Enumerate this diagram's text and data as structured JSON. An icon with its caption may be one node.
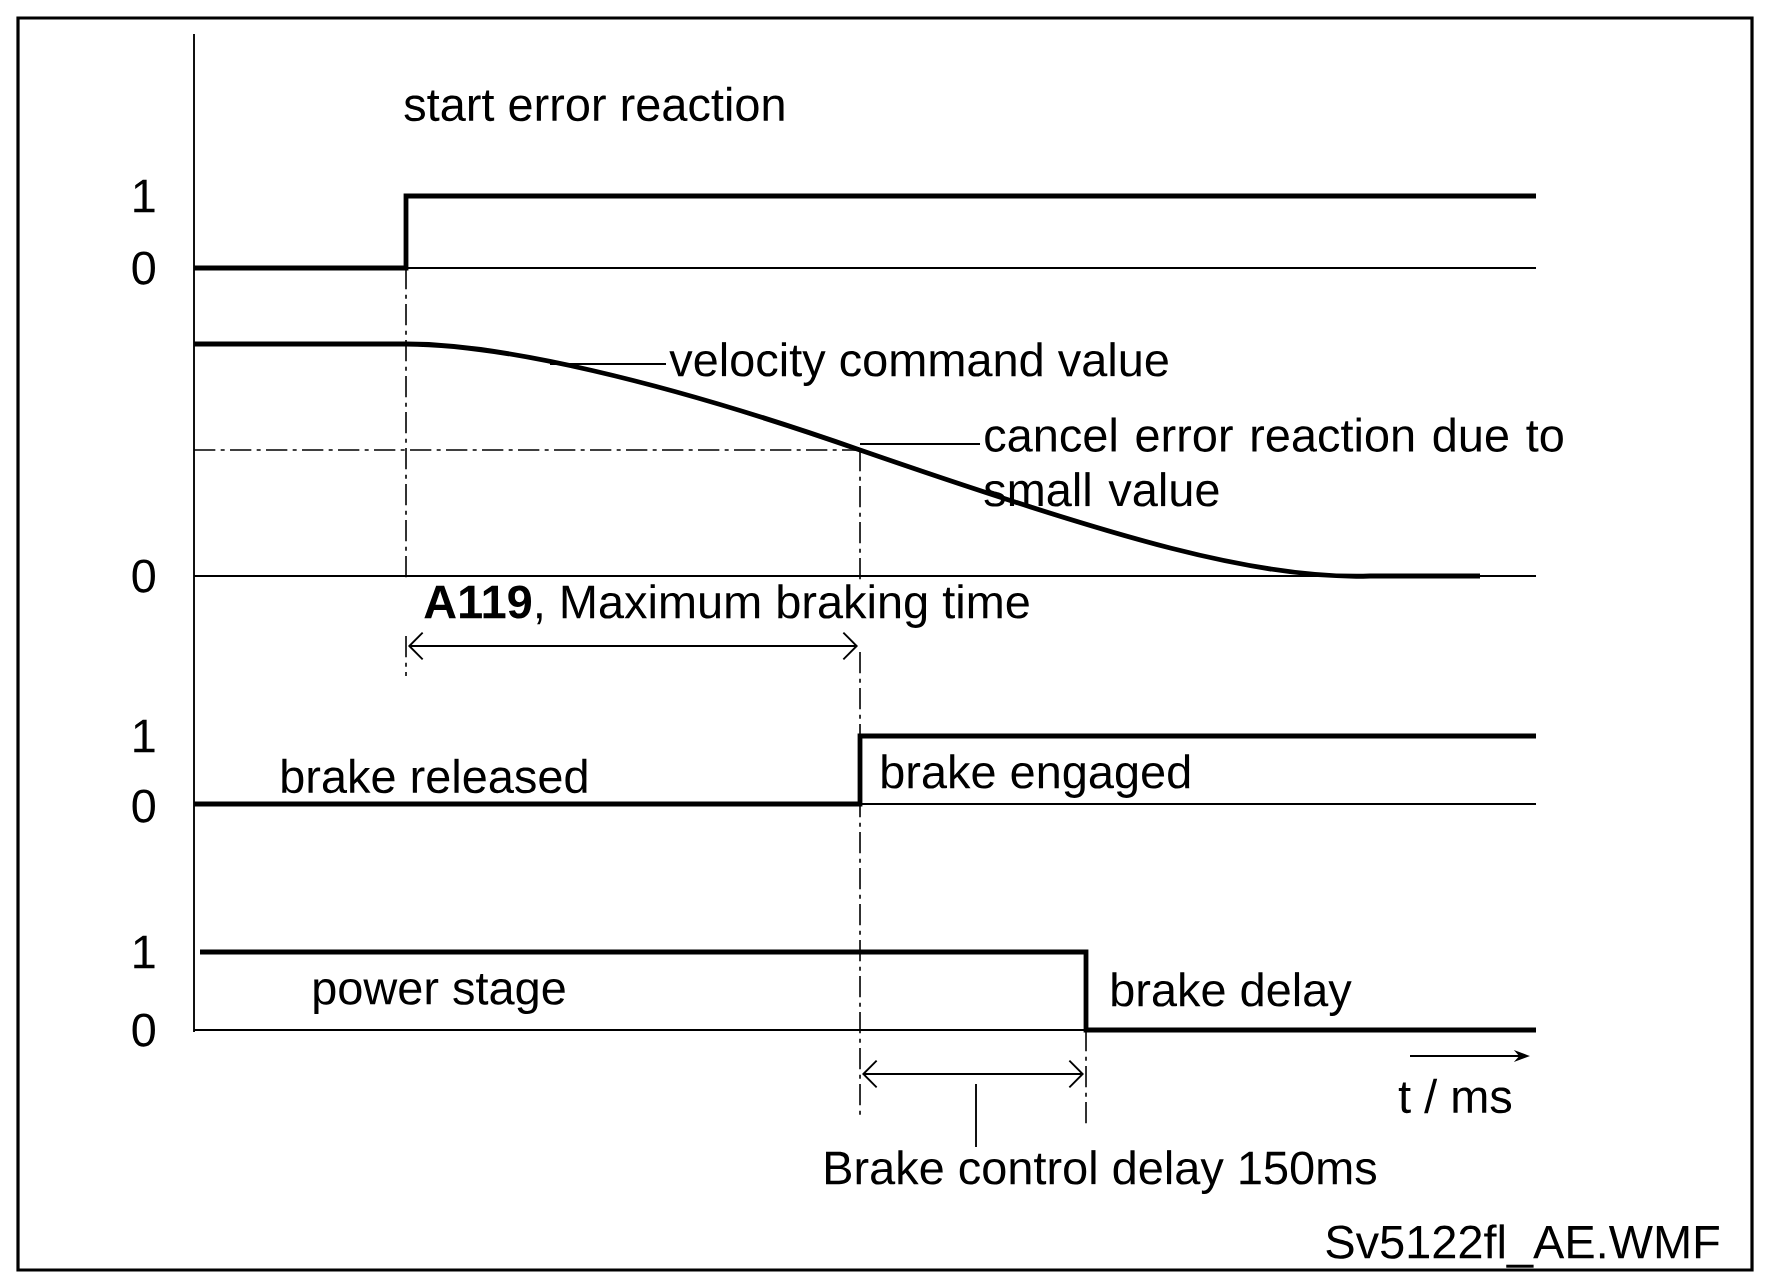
{
  "diagram": {
    "nodes": [
      {
        "text": [
          "velocity command value"
        ]
      },
      {
        "text": [
          "cancel error reaction due to small value"
        ]
      },
      {
        "text": [
          "Brake control delay  150ms"
        ]
      }
    ],
    "edges": [
      {
        "from": 0,
        "to": null,
        "arrow": "none"
      },
      {
        "from": 1,
        "to": null,
        "arrow": "none"
      },
      {
        "from": 2,
        "to": null,
        "arrow": "none"
      }
    ],
    "labels": [
      "start error reaction",
      "1",
      "0",
      "0",
      "**A119**, Maximum braking time",
      "1",
      "brake released",
      "brake engaged",
      "0",
      "1",
      "power stage",
      "brake delay",
      "0",
      "t / ms",
      "Sv5122fl_AE.WMF"
    ]
  }
}
